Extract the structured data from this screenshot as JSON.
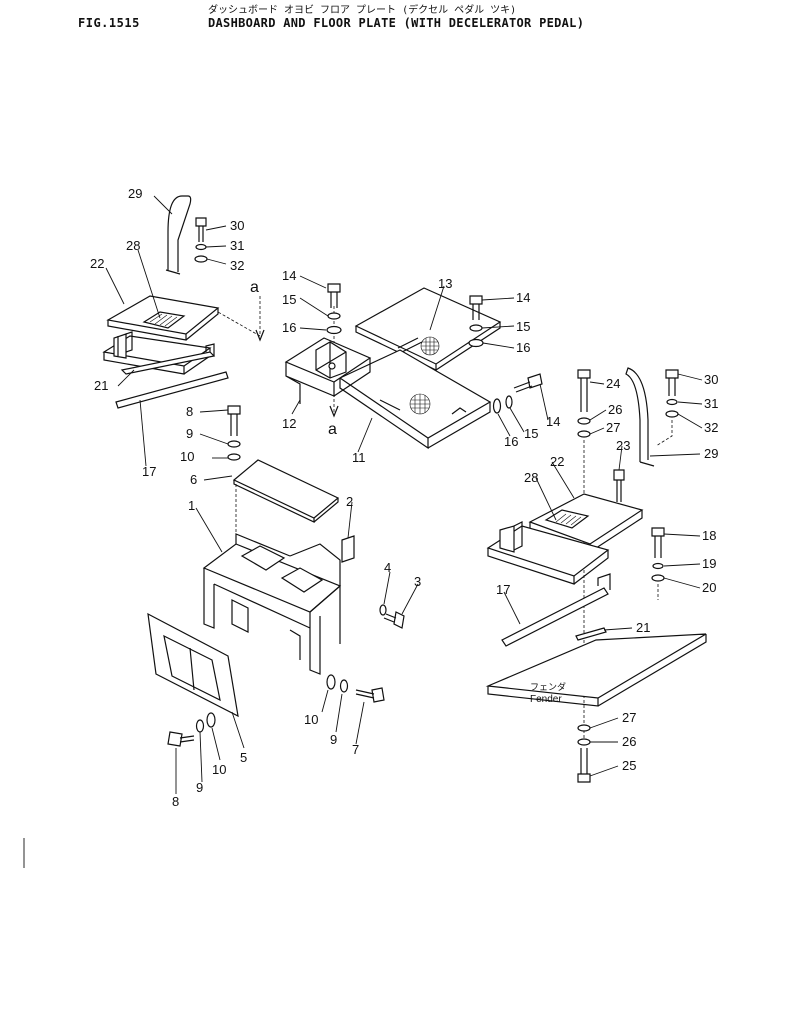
{
  "header": {
    "fig_number": "FIG.1515",
    "kana_title": "ダッシュボード オヨビ フロア プレート (デクセル ペダル ツキ)",
    "title": "DASHBOARD AND FLOOR PLATE (WITH DECELERATOR PEDAL)"
  },
  "fender_label_kana": "フェンダ",
  "fender_label": "Fender",
  "arrow_labels": [
    "a",
    "a"
  ],
  "callouts": [
    {
      "id": "c29L",
      "text": "29"
    },
    {
      "id": "c30L",
      "text": "30"
    },
    {
      "id": "c31L",
      "text": "31"
    },
    {
      "id": "c32L",
      "text": "32"
    },
    {
      "id": "c28L",
      "text": "28"
    },
    {
      "id": "c22L",
      "text": "22"
    },
    {
      "id": "c21L",
      "text": "21"
    },
    {
      "id": "c17L",
      "text": "17"
    },
    {
      "id": "c14a",
      "text": "14"
    },
    {
      "id": "c15a",
      "text": "15"
    },
    {
      "id": "c16a",
      "text": "16"
    },
    {
      "id": "c13",
      "text": "13"
    },
    {
      "id": "c14b",
      "text": "14"
    },
    {
      "id": "c15b",
      "text": "15"
    },
    {
      "id": "c16b",
      "text": "16"
    },
    {
      "id": "c12",
      "text": "12"
    },
    {
      "id": "c11",
      "text": "11"
    },
    {
      "id": "c14c",
      "text": "14"
    },
    {
      "id": "c15c",
      "text": "15"
    },
    {
      "id": "c16c",
      "text": "16"
    },
    {
      "id": "c8a",
      "text": "8"
    },
    {
      "id": "c9a",
      "text": "9"
    },
    {
      "id": "c10a",
      "text": "10"
    },
    {
      "id": "c6",
      "text": "6"
    },
    {
      "id": "c1",
      "text": "1"
    },
    {
      "id": "c2",
      "text": "2"
    },
    {
      "id": "c4",
      "text": "4"
    },
    {
      "id": "c3",
      "text": "3"
    },
    {
      "id": "c5",
      "text": "5"
    },
    {
      "id": "c10b",
      "text": "10"
    },
    {
      "id": "c9b",
      "text": "9"
    },
    {
      "id": "c7",
      "text": "7"
    },
    {
      "id": "c8b",
      "text": "8"
    },
    {
      "id": "c9c",
      "text": "9"
    },
    {
      "id": "c10c",
      "text": "10"
    },
    {
      "id": "c24",
      "text": "24"
    },
    {
      "id": "c26a",
      "text": "26"
    },
    {
      "id": "c27a",
      "text": "27"
    },
    {
      "id": "c23",
      "text": "23"
    },
    {
      "id": "c30R",
      "text": "30"
    },
    {
      "id": "c31R",
      "text": "31"
    },
    {
      "id": "c32R",
      "text": "32"
    },
    {
      "id": "c29R",
      "text": "29"
    },
    {
      "id": "c22R",
      "text": "22"
    },
    {
      "id": "c28R",
      "text": "28"
    },
    {
      "id": "c18",
      "text": "18"
    },
    {
      "id": "c19",
      "text": "19"
    },
    {
      "id": "c20",
      "text": "20"
    },
    {
      "id": "c17R",
      "text": "17"
    },
    {
      "id": "c21R",
      "text": "21"
    },
    {
      "id": "c27b",
      "text": "27"
    },
    {
      "id": "c26b",
      "text": "26"
    },
    {
      "id": "c25",
      "text": "25"
    }
  ]
}
